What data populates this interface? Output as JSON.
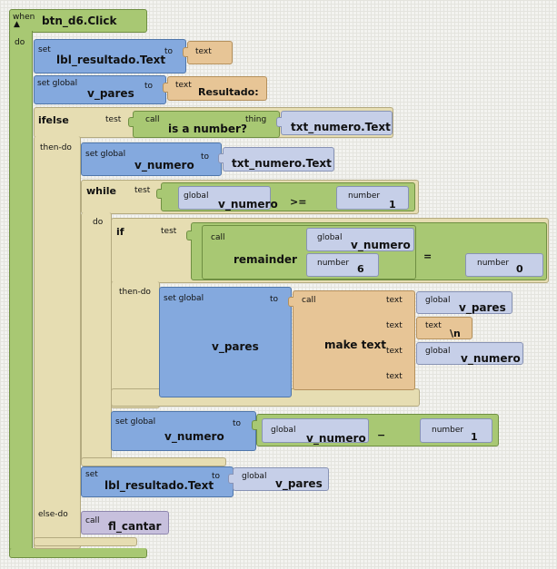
{
  "event": {
    "when": "when",
    "do": "do",
    "name": "btn_d6.Click"
  },
  "set1": {
    "set": "set",
    "target": "lbl_resultado.Text",
    "to": "to",
    "value": "text"
  },
  "set2": {
    "set": "set global",
    "target": "v_pares",
    "to": "to",
    "value_label": "text",
    "value": "Resultado:"
  },
  "ifelse": {
    "label": "ifelse",
    "test": "test",
    "call": "call",
    "func": "is a number?",
    "arg": "thing",
    "arg_value": "txt_numero.Text",
    "then": "then-do",
    "else": "else-do"
  },
  "set3": {
    "set": "set global",
    "target": "v_numero",
    "to": "to",
    "value": "txt_numero.Text"
  },
  "while": {
    "label": "while",
    "test": "test",
    "do": "do",
    "left_label": "global",
    "left": "v_numero",
    "op": ">=",
    "right_label": "number",
    "right": "1"
  },
  "if": {
    "label": "if",
    "test": "test",
    "then": "then-do",
    "call": "call",
    "func": "remainder",
    "a_label": "global",
    "a": "v_numero",
    "b_label": "number",
    "b": "6",
    "eq": "=",
    "rhs_label": "number",
    "rhs": "0"
  },
  "set4": {
    "set": "set global",
    "target": "v_pares",
    "to": "to",
    "call": "call",
    "func": "make text",
    "slot": "text",
    "a_label": "global",
    "a": "v_pares",
    "b_label": "text",
    "b": "\\n",
    "c_label": "global",
    "c": "v_numero"
  },
  "set5": {
    "set": "set global",
    "target": "v_numero",
    "to": "to",
    "a_label": "global",
    "a": "v_numero",
    "op": "−",
    "b_label": "number",
    "b": "1"
  },
  "set6": {
    "set": "set",
    "target": "lbl_resultado.Text",
    "to": "to",
    "val_label": "global",
    "val": "v_pares"
  },
  "else_call": {
    "call": "call",
    "func": "fl_cantar"
  }
}
